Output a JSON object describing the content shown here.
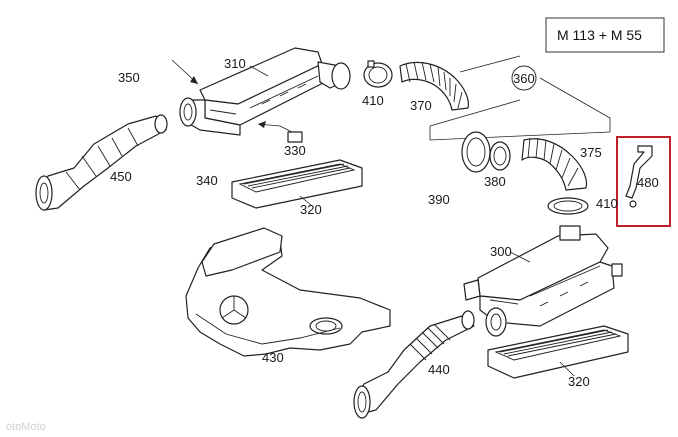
{
  "title_box": {
    "text": "M 113 + M 55"
  },
  "labels": {
    "l310a": "310",
    "l350": "350",
    "l450": "450",
    "l330": "330",
    "l340": "340",
    "l320a": "320",
    "l410a": "410",
    "l370": "370",
    "l360": "360",
    "l380": "380",
    "l375": "375",
    "l390": "390",
    "l410b": "410",
    "l480": "480",
    "l300": "300",
    "l430": "430",
    "l440": "440",
    "l320b": "320"
  },
  "watermark": "otoMoto",
  "colors": {
    "highlight": "#c0202a",
    "line": "#222222"
  }
}
